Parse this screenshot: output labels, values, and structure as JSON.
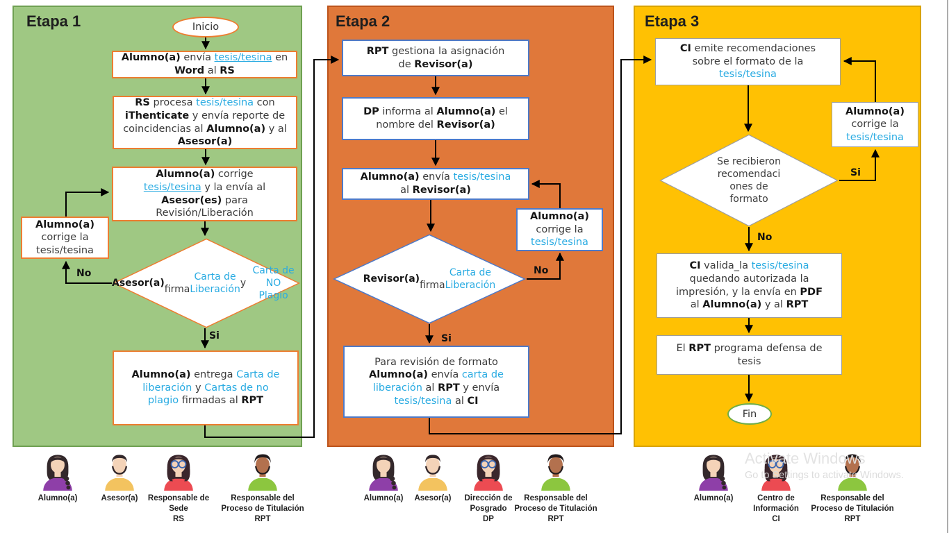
{
  "stages": {
    "s1": {
      "title": "Etapa 1",
      "start": "Inicio",
      "b1": {
        "segs": [
          [
            "b",
            "Alumno(a)"
          ],
          [
            "n",
            " envía "
          ],
          [
            "cu",
            "tesis/tesina"
          ],
          [
            "n",
            " en\n"
          ],
          [
            "b",
            "Word"
          ],
          [
            "n",
            " al "
          ],
          [
            "b",
            "RS"
          ]
        ]
      },
      "b2": {
        "segs": [
          [
            "b",
            "RS"
          ],
          [
            "n",
            " procesa "
          ],
          [
            "c",
            "tesis/tesina"
          ],
          [
            "n",
            " con\n"
          ],
          [
            "b",
            "iThenticate"
          ],
          [
            "n",
            " y envía reporte de\ncoincidencias al "
          ],
          [
            "b",
            "Alumno(a)"
          ],
          [
            "n",
            " y al\n"
          ],
          [
            "b",
            "Asesor(a)"
          ]
        ]
      },
      "b3": {
        "segs": [
          [
            "b",
            "Alumno(a)"
          ],
          [
            "n",
            " corrige\n"
          ],
          [
            "cu",
            "tesis/tesina"
          ],
          [
            "n",
            " y la envía al\n"
          ],
          [
            "b",
            "Asesor(es)"
          ],
          [
            "n",
            " para\nRevisión/Liberación"
          ]
        ]
      },
      "side": {
        "segs": [
          [
            "b",
            "Alumno(a)"
          ],
          [
            "n",
            "\ncorrige la\ntesis/tesina"
          ]
        ]
      },
      "diamond": {
        "segs": [
          [
            "b",
            "Asesor(a)"
          ],
          [
            "n",
            "\nfirma "
          ],
          [
            "c",
            "Carta de\nLiberación"
          ],
          [
            "n",
            " y\n"
          ],
          [
            "c",
            "Carta de NO\nPlagio"
          ]
        ]
      },
      "b4": {
        "segs": [
          [
            "b",
            "Alumno(a)"
          ],
          [
            "n",
            " entrega "
          ],
          [
            "c",
            "Carta de\nliberación"
          ],
          [
            "n",
            " y "
          ],
          [
            "c",
            "Cartas de no\nplagio"
          ],
          [
            "n",
            " firmadas al "
          ],
          [
            "b",
            "RPT"
          ]
        ]
      },
      "label_no": "No",
      "label_si": "Si"
    },
    "s2": {
      "title": "Etapa 2",
      "b1": {
        "segs": [
          [
            "b",
            "RPT"
          ],
          [
            "n",
            " gestiona la asignación\nde "
          ],
          [
            "b",
            "Revisor(a)"
          ]
        ]
      },
      "b2": {
        "segs": [
          [
            "b",
            "DP"
          ],
          [
            "n",
            " informa al "
          ],
          [
            "b",
            "Alumno(a)"
          ],
          [
            "n",
            " el\nnombre del "
          ],
          [
            "b",
            "Revisor(a)"
          ]
        ]
      },
      "b3": {
        "segs": [
          [
            "b",
            "Alumno(a)"
          ],
          [
            "n",
            " envía "
          ],
          [
            "c",
            "tesis/tesina"
          ],
          [
            "n",
            "\nal "
          ],
          [
            "b",
            "Revisor(a)"
          ]
        ]
      },
      "side": {
        "segs": [
          [
            "b",
            "Alumno(a)"
          ],
          [
            "n",
            "\ncorrige la\n"
          ],
          [
            "c",
            "tesis/tesina"
          ]
        ]
      },
      "diamond": {
        "segs": [
          [
            "b",
            "Revisor(a)"
          ],
          [
            "n",
            "\nfirma "
          ],
          [
            "c",
            "Carta de\nLiberación"
          ]
        ]
      },
      "b4": {
        "segs": [
          [
            "n",
            "Para revisión de formato\n"
          ],
          [
            "b",
            "Alumno(a)"
          ],
          [
            "n",
            " envía "
          ],
          [
            "c",
            "carta de\nliberación"
          ],
          [
            "n",
            " al "
          ],
          [
            "b",
            "RPT"
          ],
          [
            "n",
            " y envía\n"
          ],
          [
            "c",
            "tesis/tesina"
          ],
          [
            "n",
            " al "
          ],
          [
            "b",
            "CI"
          ]
        ]
      },
      "label_no": "No",
      "label_si": "Si"
    },
    "s3": {
      "title": "Etapa 3",
      "b1": {
        "segs": [
          [
            "b",
            "CI"
          ],
          [
            "n",
            " emite recomendaciones\nsobre el formato de la\n"
          ],
          [
            "c",
            "tesis/tesina"
          ]
        ]
      },
      "diamond": {
        "segs": [
          [
            "n",
            "Se recibieron\nrecomendaci\nones de\nformato"
          ]
        ]
      },
      "side": {
        "segs": [
          [
            "b",
            "Alumno(a)"
          ],
          [
            "n",
            "\ncorrige la\n"
          ],
          [
            "c",
            "tesis/tesina"
          ]
        ]
      },
      "b2": {
        "segs": [
          [
            "b",
            "CI"
          ],
          [
            "n",
            " valida_la "
          ],
          [
            "c",
            "tesis/tesina"
          ],
          [
            "n",
            "\nquedando autorizada la\nimpresión, y la envía en "
          ],
          [
            "b",
            "PDF"
          ],
          [
            "n",
            "\nal "
          ],
          [
            "b",
            "Alumno(a)"
          ],
          [
            "n",
            " y al "
          ],
          [
            "b",
            "RPT"
          ]
        ]
      },
      "b3": {
        "segs": [
          [
            "n",
            "El "
          ],
          [
            "b",
            "RPT"
          ],
          [
            "n",
            " programa defensa de\ntesis"
          ]
        ]
      },
      "end": "Fin",
      "label_no": "No",
      "label_si": "Si"
    }
  },
  "people": {
    "g1": [
      {
        "role": "Alumno(a)"
      },
      {
        "role": "Asesor(a)"
      },
      {
        "role": "Responsable de\nSede\nRS"
      },
      {
        "role": "Responsable del\nProceso de Titulación\nRPT"
      }
    ],
    "g2": [
      {
        "role": "Alumno(a)"
      },
      {
        "role": "Asesor(a)"
      },
      {
        "role": "Dirección de\nPosgrado\nDP"
      },
      {
        "role": "Responsable del\nProceso de Titulación\nRPT"
      }
    ],
    "g3": [
      {
        "role": "Alumno(a)"
      },
      {
        "role": "Centro de\nInformación\nCI"
      },
      {
        "role": "Responsable del\nProceso de Titulación\nRPT"
      }
    ]
  },
  "watermark": {
    "line1": "Activate Windows",
    "line2": "Go to Settings to activate Windows."
  },
  "colors": {
    "stage1_bg": "#9FC883",
    "stage2_bg": "#E0783A",
    "stage3_bg": "#FFC103",
    "accent_blue": "#29ABE2",
    "box_border_s1": "#ED7D31",
    "box_border_s2": "#4E7AC8",
    "box_border_s3": "#9E9E9E",
    "end_border": "#70AD47"
  }
}
